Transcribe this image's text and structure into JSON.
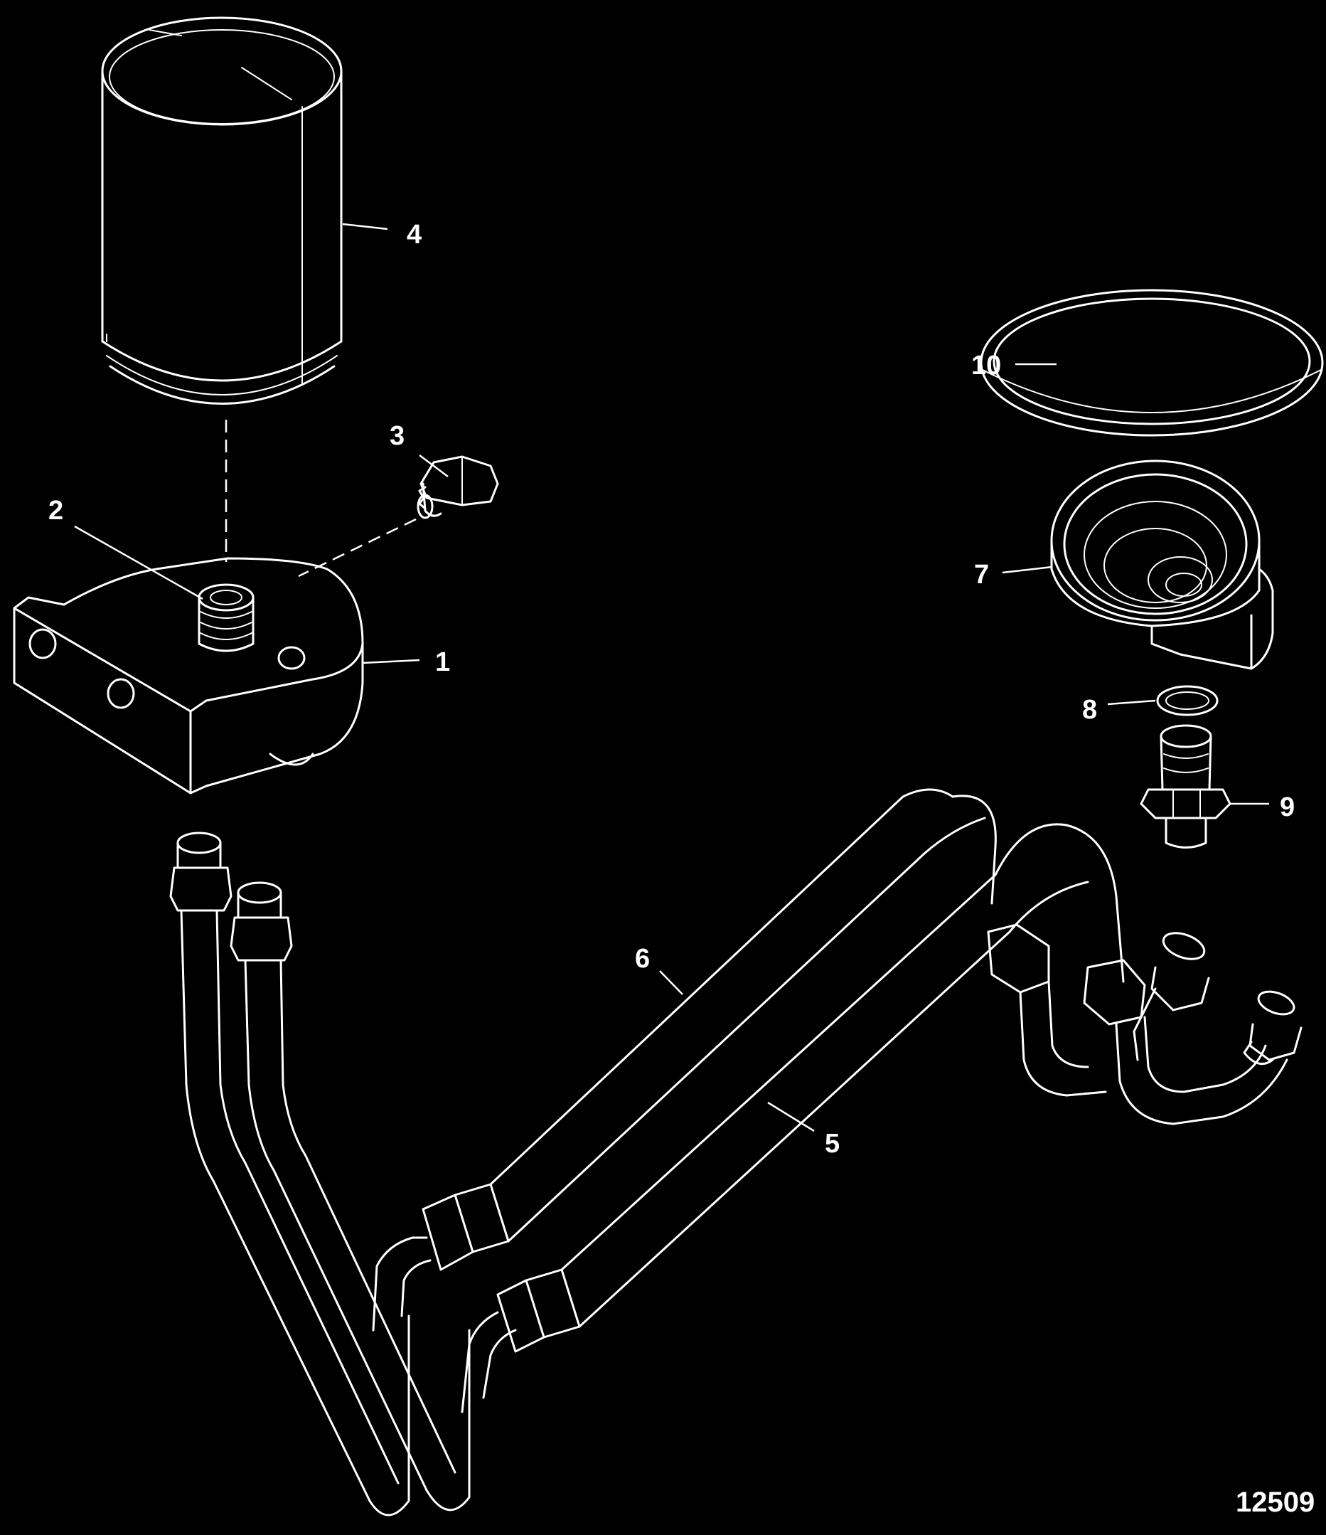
{
  "callouts": {
    "c1": "1",
    "c2": "2",
    "c3": "3",
    "c4": "4",
    "c5": "5",
    "c6": "6",
    "c7": "7",
    "c8": "8",
    "c9": "9",
    "c10": "10"
  },
  "figure_number": "12509"
}
